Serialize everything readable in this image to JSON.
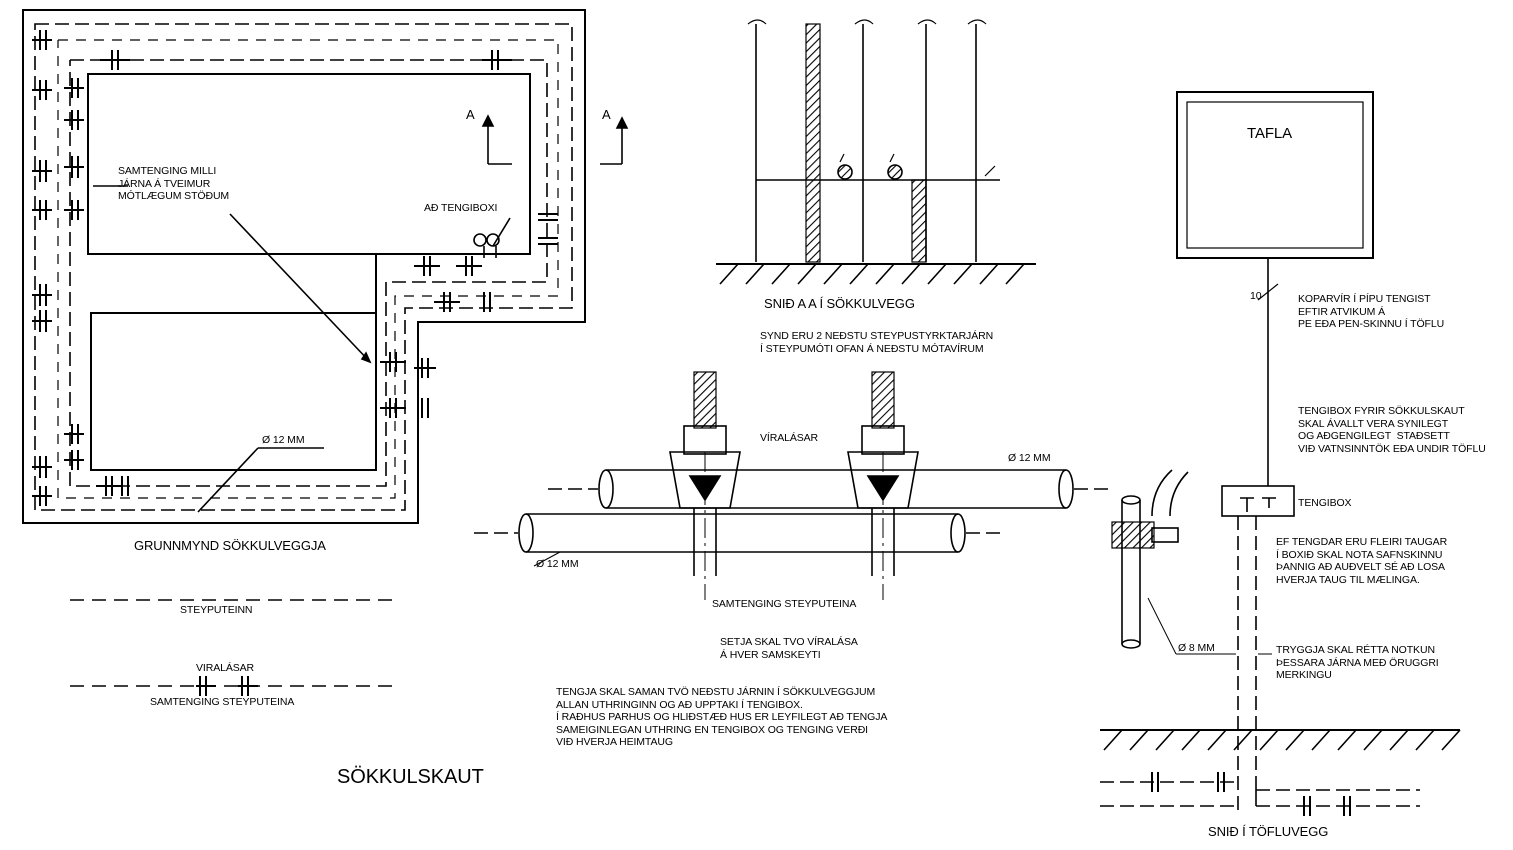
{
  "plan": {
    "title": "GRUNNMYND SÖKKULVEGGJA",
    "note_connection": "SAMTENGING MILLI\nJÁRNA Á TVEIMUR\nMÓTLÆGUM STÖÐUM",
    "note_box": "AÐ TENGIBOXI",
    "rebar_label": "Ø 12 MM",
    "section_mark_1": "A",
    "section_mark_2": "A"
  },
  "legend": {
    "line_label": "STEYPUTEINN",
    "clamp_label": "VIRALÁSAR",
    "joint_label": "SAMTENGING STEYPUTEINA"
  },
  "main_title": "SÖKKULSKAUT",
  "section_aa": {
    "title": "SNIÐ A A Í SÖKKULVEGG",
    "note": "SYND ERU 2 NEÐSTU STEYPUSTYRKTARJÁRN\nÍ STEYPUMÓTI OFAN Á NEÐSTU MÓTAVÍRUM"
  },
  "detail": {
    "clamps_label": "VÍRALÁSAR",
    "rebar_top": "Ø 12 MM",
    "rebar_bottom": "Ø 12 MM",
    "caption": "SAMTENGING STEYPUTEINA",
    "note_clamps": "SETJA SKAL TVO VÍRALÁSA\nÁ HVER SAMSKEYTI",
    "note_main": "TENGJA SKAL SAMAN TVÖ NEÐSTU JÁRNIN Í SÖKKULVEGGJUM\nALLAN UTHRINGINN OG AÐ UPPTAKI Í TENGIBOX.\nÍ RAÐHUS PARHUS OG HLIÐSTÆÐ HUS ER LEYFILEGT AÐ TENGJA\nSAMEIGINLEGAN UTHRING EN TENGIBOX OG TENGING VERÐI\nVIÐ HVERJA HEIMTAUG"
  },
  "panel": {
    "tafla": "TAFLA",
    "wire_size": "10",
    "note_copper": "KOPARVÍR Í PÍPU TENGIST\nEFTIR ATVIKUM Á\nPE EÐA PEN-SKINNU Í TÖFLU",
    "note_tengibox": "TENGIBOX FYRIR SÖKKULSKAUT\nSKAL ÁVALLT VERA SYNILEGT\nOG AÐGENGILEGT  STAÐSETT\nVIÐ VATNSINNTÖK EÐA UNDIR TÖFLU",
    "tengibox": "TENGIBOX",
    "note_more": "EF TENGDAR ERU FLEIRI TAUGAR\nÍ BOXIÐ SKAL NOTA SAFNSKINNU\nÞANNIG AÐ AUÐVELT SÉ AÐ LOSA\nHVERJA TAUG TIL MÆLINGA.",
    "rod_label": "Ø 8 MM",
    "note_marking": "TRYGGJA SKAL RÉTTA NOTKUN\nÞESSARA JÁRNA MEÐ ÖRUGGRI\nMERKINGU",
    "section_title": "SNIÐ Í TÖFLUVEGG"
  }
}
